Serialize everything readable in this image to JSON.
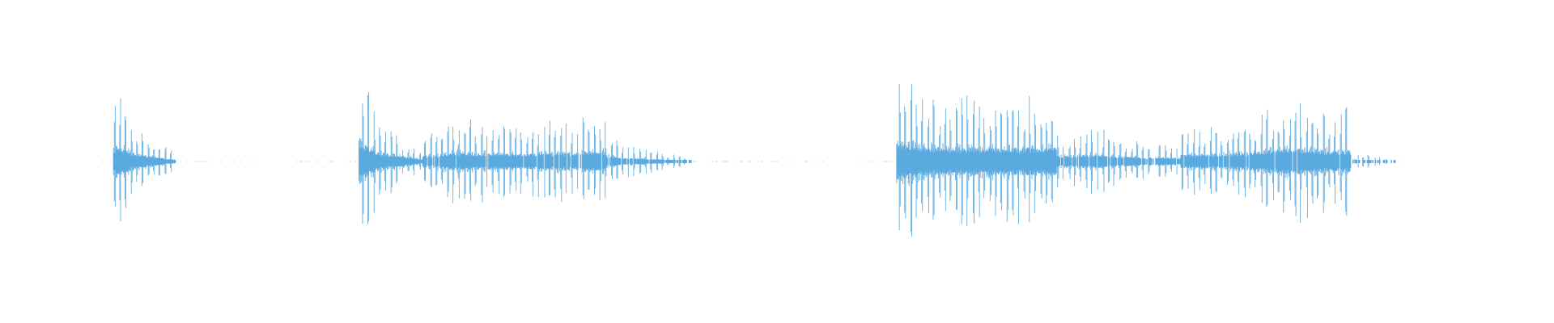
{
  "waveform": {
    "color": "#5aaae0",
    "background": "#ffffff",
    "segments": [
      {
        "type": "burst",
        "start": 0.073,
        "end": 0.113,
        "amp_start": 0.35,
        "amp_end": 0.05,
        "peak_at": 0.1,
        "density": 1.0
      },
      {
        "type": "speech",
        "start": 0.231,
        "end": 0.272,
        "amp_start": 0.42,
        "amp_end": 0.06,
        "peak_at": 0.05,
        "density": 1.0
      },
      {
        "type": "speech",
        "start": 0.272,
        "end": 0.39,
        "amp_start": 0.18,
        "amp_end": 0.32,
        "peak_at": 0.2,
        "density": 0.9
      },
      {
        "type": "decay",
        "start": 0.39,
        "end": 0.445,
        "amp_start": 0.14,
        "amp_end": 0.02,
        "peak_at": 0.0,
        "density": 0.85
      },
      {
        "type": "speech",
        "start": 0.577,
        "end": 0.68,
        "amp_start": 0.42,
        "amp_end": 0.46,
        "peak_at": 0.0,
        "density": 1.0
      },
      {
        "type": "speech",
        "start": 0.68,
        "end": 0.76,
        "amp_start": 0.18,
        "amp_end": 0.12,
        "peak_at": 0.3,
        "density": 0.9
      },
      {
        "type": "speech",
        "start": 0.76,
        "end": 0.87,
        "amp_start": 0.22,
        "amp_end": 0.36,
        "peak_at": 0.6,
        "density": 0.95
      },
      {
        "type": "decay",
        "start": 0.87,
        "end": 0.9,
        "amp_start": 0.06,
        "amp_end": 0.01,
        "peak_at": 0.0,
        "density": 0.6
      }
    ],
    "noise_floor": [
      {
        "start": 0.065,
        "end": 0.17
      },
      {
        "start": 0.19,
        "end": 0.231
      },
      {
        "start": 0.445,
        "end": 0.535
      },
      {
        "start": 0.55,
        "end": 0.577
      },
      {
        "start": 0.9,
        "end": 0.905
      }
    ]
  }
}
